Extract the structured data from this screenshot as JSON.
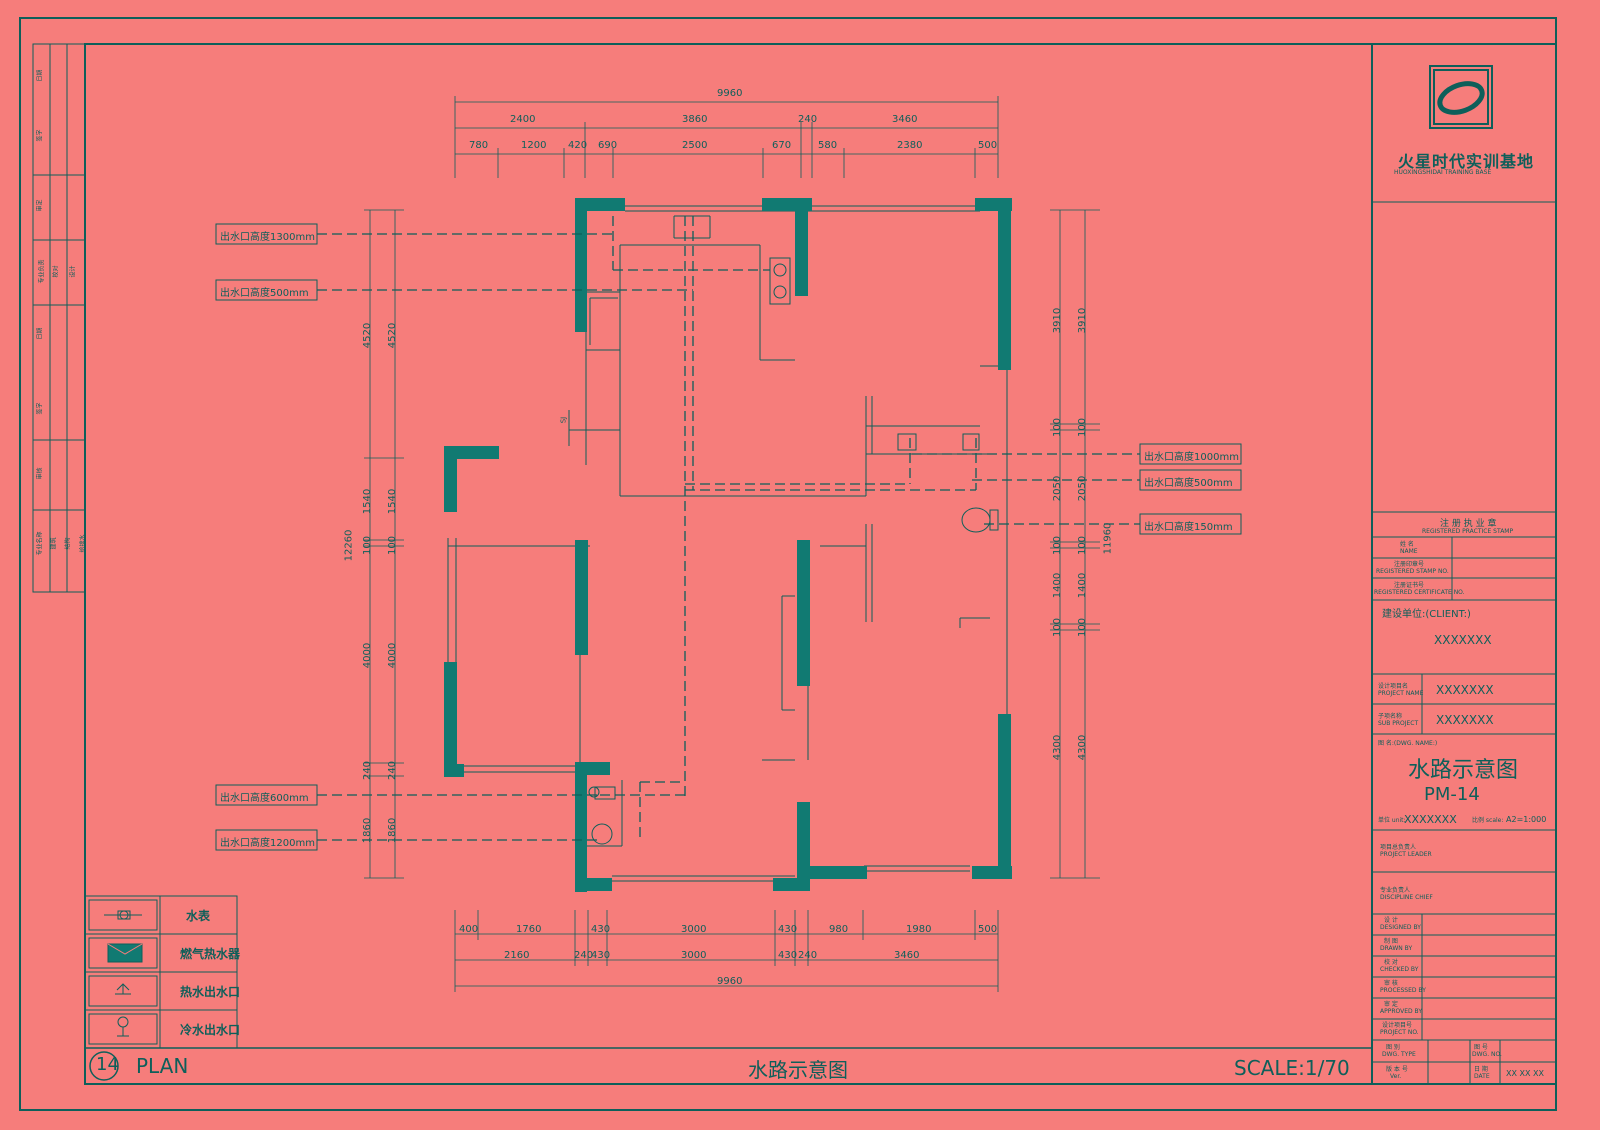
{
  "colors": {
    "background": "#F67D7B",
    "wall": "#117A72",
    "line": "#0e5f5a"
  },
  "logo": {
    "company": "火星时代实训基地",
    "subtitle": "HUOXINGSHIDAI TRAINING BASE",
    "icon": "swirl-logo-icon"
  },
  "dimensions": {
    "top_total": "9960",
    "top_row1": [
      "2400",
      "3860",
      "240",
      "3460"
    ],
    "top_row2": [
      "780",
      "1200",
      "420",
      "690",
      "2500",
      "670",
      "580",
      "2380",
      "500"
    ],
    "bottom_total": "9960",
    "bottom_row1": [
      "2160",
      "240",
      "430",
      "3000",
      "430",
      "240",
      "3460"
    ],
    "bottom_row2": [
      "400",
      "1760",
      "430",
      "3000",
      "430",
      "980",
      "1980",
      "500"
    ],
    "left_total": "12260",
    "left_segments": [
      "4520",
      "1540",
      "100",
      "4000",
      "240",
      "1860"
    ],
    "right_total": "11960",
    "right_segments": [
      "3910",
      "100",
      "2050",
      "100",
      "1400",
      "100",
      "4300"
    ]
  },
  "outlet_labels": {
    "l1": "出水口高度1300mm",
    "l2": "出水口高度500mm",
    "l3": "出水口高度600mm",
    "l4": "出水口高度1200mm",
    "r1": "出水口高度1000mm",
    "r2": "出水口高度500mm",
    "r3": "出水口高度150mm"
  },
  "meter_label": "SJ",
  "legend": [
    {
      "icon": "water-meter-icon",
      "label": "水表"
    },
    {
      "icon": "gas-water-heater-icon",
      "label": "燃气热水器"
    },
    {
      "icon": "hot-water-outlet-icon",
      "label": "热水出水口"
    },
    {
      "icon": "cold-water-outlet-icon",
      "label": "冷水出水口"
    }
  ],
  "left_strip": {
    "rows": [
      {
        "cols": [
          "日期",
          "签字",
          "专业"
        ]
      },
      {
        "cols": [
          "审核",
          "审定"
        ]
      },
      {
        "cols": [
          "专业负责",
          "校对",
          "设计"
        ]
      },
      {
        "cols": [
          "日期",
          "签字",
          "专业"
        ]
      },
      {
        "cols": [
          "专业名称",
          "建筑",
          "结构",
          "给排水"
        ]
      }
    ]
  },
  "title_block": {
    "stamp_cn": "注 册 执 业 章",
    "stamp_en": "REGISTERED PRACTICE STAMP",
    "name_cn": "姓 名",
    "name_en": "NAME",
    "reg_cn": "注册印章号",
    "reg_en": "REGISTERED STAMP NO.",
    "cert_cn": "注册证书号",
    "cert_en": "REGISTERED CERTIFICATE NO.",
    "client_label": "建设单位:(CLIENT:)",
    "client_value": "XXXXXXX",
    "project_cn": "设计项目名",
    "project_en": "PROJECT NAME",
    "project_value": "XXXXXXX",
    "sub_cn": "子项名称",
    "sub_en": "SUB PROJECT",
    "sub_value": "XXXXXXX",
    "dwg_label": "图 名:(DWG. NAME:)",
    "dwg_name": "水路示意图",
    "dwg_code": "PM-14",
    "unit_label": "单位 unit:",
    "unit_value": "XXXXXXX",
    "scale_label": "比例 scale:",
    "scale_value": "A2=1:000",
    "rows": [
      {
        "cn": "项目总负责人",
        "en": "PROJECT LEADER"
      },
      {
        "cn": "专业负责人",
        "en": "DISCIPLINE CHIEF"
      },
      {
        "cn": "设 计",
        "en": "DESIGNED BY"
      },
      {
        "cn": "制 图",
        "en": "DRAWN BY"
      },
      {
        "cn": "校 对",
        "en": "CHECKED BY"
      },
      {
        "cn": "审 核",
        "en": "PROCESSED BY"
      },
      {
        "cn": "审 定",
        "en": "APPROVED BY"
      },
      {
        "cn": "设计项目号",
        "en": "PROJECT NO."
      }
    ],
    "type_cn": "图 别",
    "type_en": "DWG. TYPE",
    "num_cn": "图 号",
    "num_en": "DWG. NO.",
    "ver_cn": "版 本 号",
    "ver_en": "Ver.",
    "date_cn": "日 期",
    "date_en": "DATE",
    "date_value": "XX XX XX"
  },
  "footer": {
    "number": "14",
    "plan": "PLAN",
    "title": "水路示意图",
    "scale": "SCALE:1/70"
  }
}
